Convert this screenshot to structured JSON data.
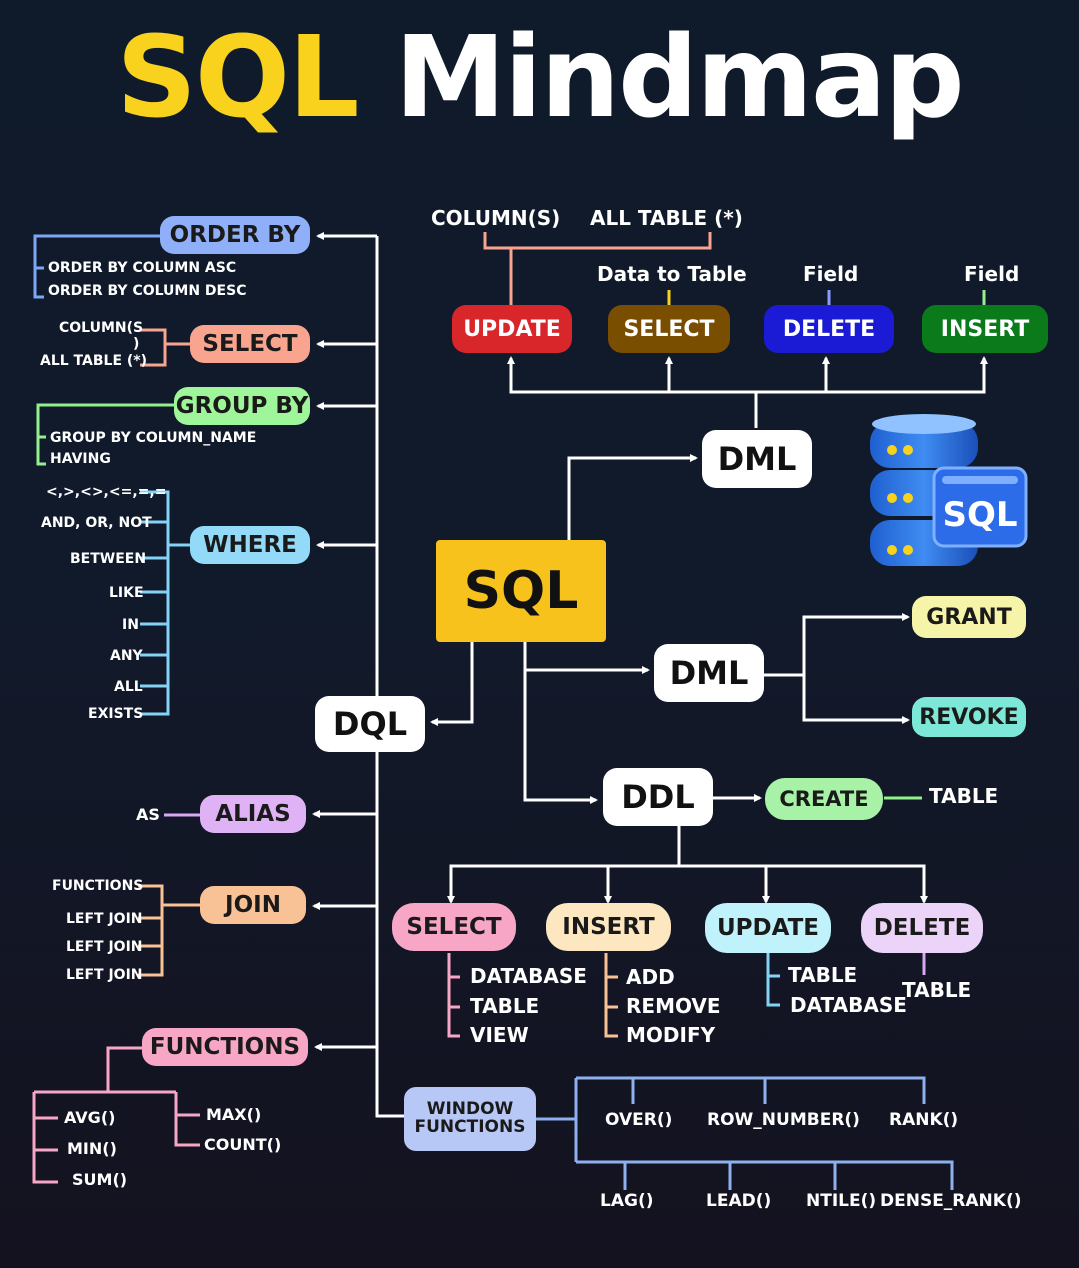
{
  "title": {
    "part1": "SQL",
    "part2": "Mindmap"
  },
  "colors": {
    "yellow": "#f8d21c",
    "update_red": "#d9262a",
    "select_brown": "#7a4e00",
    "delete_blue": "#1b1bd6",
    "insert_green": "#0b7a1a",
    "order_by": "#7da7f5",
    "select_pink": "#f9a48f",
    "group_by": "#93f08c",
    "where": "#83d3f6",
    "alias": "#d9a7f4",
    "join": "#f9c196",
    "functions": "#f7a6c6",
    "window": "#b8c8f6"
  },
  "center": {
    "label": "SQL"
  },
  "dml_top": {
    "label": "DML",
    "update": {
      "label": "UPDATE",
      "children": [
        "COLUMN(S)",
        "ALL TABLE (*)"
      ]
    },
    "select": {
      "label": "SELECT",
      "child": "Data to Table"
    },
    "delete": {
      "label": "DELETE",
      "child": "Field"
    },
    "insert": {
      "label": "INSERT",
      "child": "Field"
    }
  },
  "dcl": {
    "label": "DML",
    "grant": "GRANT",
    "revoke": "REVOKE"
  },
  "ddl": {
    "label": "DDL",
    "create": {
      "label": "CREATE",
      "child": "TABLE"
    },
    "select": {
      "label": "SELECT",
      "children": [
        "DATABASE",
        "TABLE",
        "VIEW"
      ]
    },
    "insert": {
      "label": "INSERT",
      "children": [
        "ADD",
        "REMOVE",
        "MODIFY"
      ]
    },
    "update": {
      "label": "UPDATE",
      "children": [
        "TABLE",
        "DATABASE"
      ]
    },
    "delete": {
      "label": "DELETE",
      "child": "TABLE"
    }
  },
  "dql": {
    "label": "DQL",
    "order_by": {
      "label": "ORDER BY",
      "children": [
        "ORDER BY COLUMN ASC",
        "ORDER BY COLUMN DESC"
      ]
    },
    "select": {
      "label": "SELECT",
      "children": [
        "COLUMN(S",
        ")",
        "ALL TABLE (*)"
      ]
    },
    "group_by": {
      "label": "GROUP BY",
      "children": [
        "GROUP BY COLUMN_NAME",
        "HAVING"
      ]
    },
    "where": {
      "label": "WHERE",
      "children": [
        "<,>,<>,<=,=,=",
        "AND, OR, NOT",
        "BETWEEN",
        "LIKE",
        "IN",
        "ANY",
        "ALL",
        "EXISTS"
      ]
    },
    "alias": {
      "label": "ALIAS",
      "child": "AS"
    },
    "join": {
      "label": "JOIN",
      "children": [
        "FUNCTIONS",
        "LEFT JOIN",
        "LEFT JOIN",
        "LEFT JOIN"
      ]
    },
    "functions": {
      "label": "FUNCTIONS",
      "children": [
        "AVG()",
        "MIN()",
        "SUM()",
        "MAX()",
        "COUNT()"
      ]
    },
    "window": {
      "line1": "WINDOW",
      "line2": "FUNCTIONS",
      "top": [
        "OVER()",
        "ROW_NUMBER()",
        "RANK()"
      ],
      "bottom": [
        "LAG()",
        "LEAD()",
        "NTILE()",
        "DENSE_RANK()"
      ]
    }
  },
  "icon": {
    "name": "database-sql-icon",
    "text": "SQL"
  }
}
